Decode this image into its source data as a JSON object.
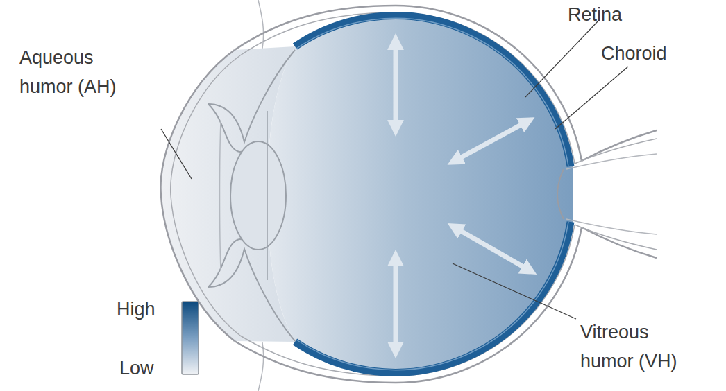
{
  "diagram": {
    "labels": [
      "Aqueous humor (AH)",
      "Retina",
      "Choroid",
      "Vitreous humor (VH)"
    ],
    "legend": [
      {
        "text": "High"
      },
      {
        "text": "Low"
      }
    ]
  }
}
